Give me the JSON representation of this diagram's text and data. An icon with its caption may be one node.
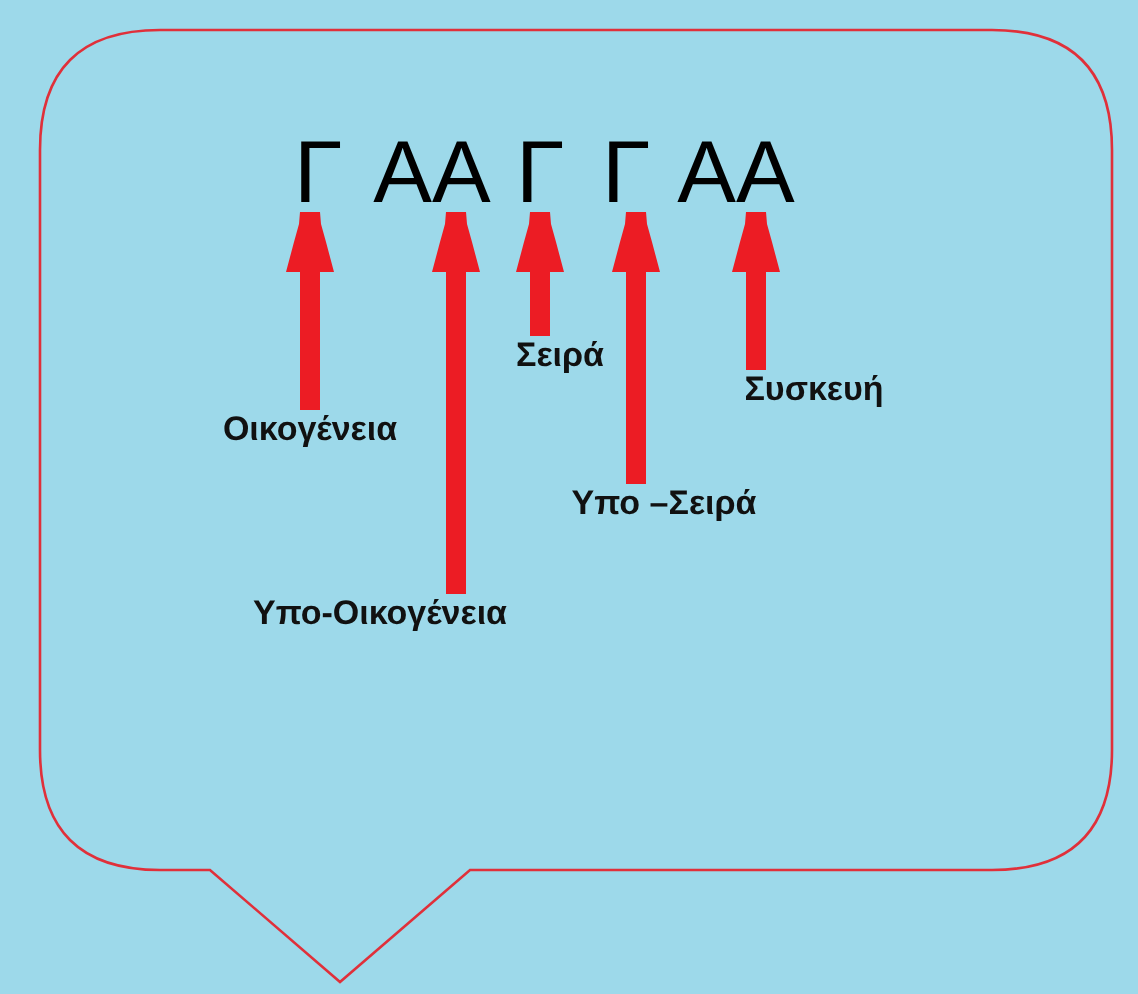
{
  "diagram": {
    "nodes": [
      {
        "text": [],
        "shape": "bubble"
      },
      {
        "text": [
          "Γ"
        ],
        "in": 0
      },
      {
        "text": [
          "ΑΑ"
        ],
        "in": 0
      },
      {
        "text": [
          "Γ"
        ],
        "in": 0
      },
      {
        "text": [
          "Γ"
        ],
        "in": 0
      },
      {
        "text": [
          "ΑΑ"
        ],
        "in": 0
      },
      {
        "text": [
          "Σειρά"
        ],
        "in": 0
      },
      {
        "text": [
          "Συσκευή"
        ],
        "in": 0
      },
      {
        "text": [
          "Οικογένεια"
        ],
        "in": 0
      },
      {
        "text": [
          "Υπο –Σειρά"
        ],
        "in": 0
      },
      {
        "text": [
          "Υπο-Οικογένεια"
        ],
        "in": 0
      }
    ],
    "edges": [
      {
        "from": 8,
        "to": 1,
        "arrow": "to"
      },
      {
        "from": 10,
        "to": 2,
        "arrow": "to"
      },
      {
        "from": 6,
        "to": 3,
        "arrow": "to"
      },
      {
        "from": 9,
        "to": 4,
        "arrow": "to"
      },
      {
        "from": 7,
        "to": 5,
        "arrow": "to"
      }
    ]
  }
}
